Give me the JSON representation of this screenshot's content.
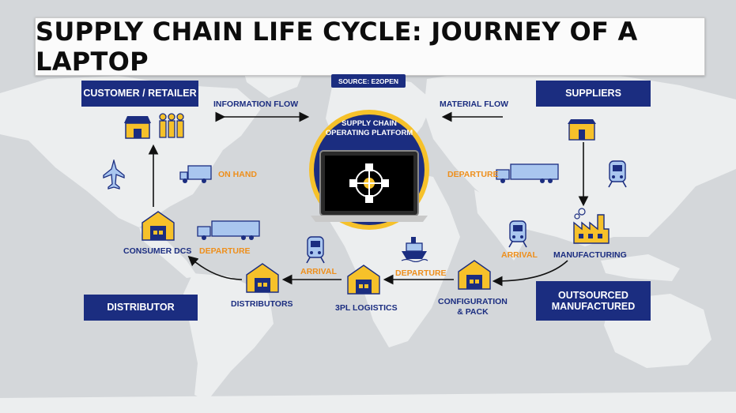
{
  "title": "SUPPLY CHAIN LIFE CYCLE: JOURNEY OF A LAPTOP",
  "source": "SOURCE: E2OPEN",
  "boxes": {
    "customer_retailer": "CUSTOMER / RETAILER",
    "suppliers": "SUPPLIERS",
    "distributor": "DISTRIBUTOR",
    "outsourced_line1": "OUTSOURCED",
    "outsourced_line2": "MANUFACTURED"
  },
  "platform": {
    "line1": "SUPPLY CHAIN",
    "line2": "OPERATING PLATFORM"
  },
  "flows": {
    "information": "INFORMATION FLOW",
    "material": "MATERIAL FLOW"
  },
  "labels": {
    "on_hand": "ON HAND",
    "departure_top": "DEPARTURE",
    "departure_consumer": "DEPARTURE",
    "departure_3pl": "DEPARTURE",
    "arrival_east": "ARRIVAL",
    "arrival_west": "ARRIVAL",
    "manufacturing": "MANUFACTURING",
    "consumer_dcs": "CONSUMER DCS",
    "distributors": "DISTRIBUTORS",
    "logistics_3pl": "3PL LOGISTICS",
    "config_line1": "CONFIGURATION",
    "config_line2": "& PACK"
  },
  "colors": {
    "navy": "#1b2d80",
    "orange": "#ee8f1c",
    "gold": "#f6c12a",
    "map_land": "#eceeef",
    "map_water": "#d4d7da"
  },
  "icons": [
    "store-icon",
    "people-icon",
    "airplane-icon",
    "truck-icon",
    "warehouse-icon",
    "factory-icon",
    "train-icon",
    "ship-icon",
    "laptop-icon",
    "target-icon",
    "arrow-icon"
  ]
}
